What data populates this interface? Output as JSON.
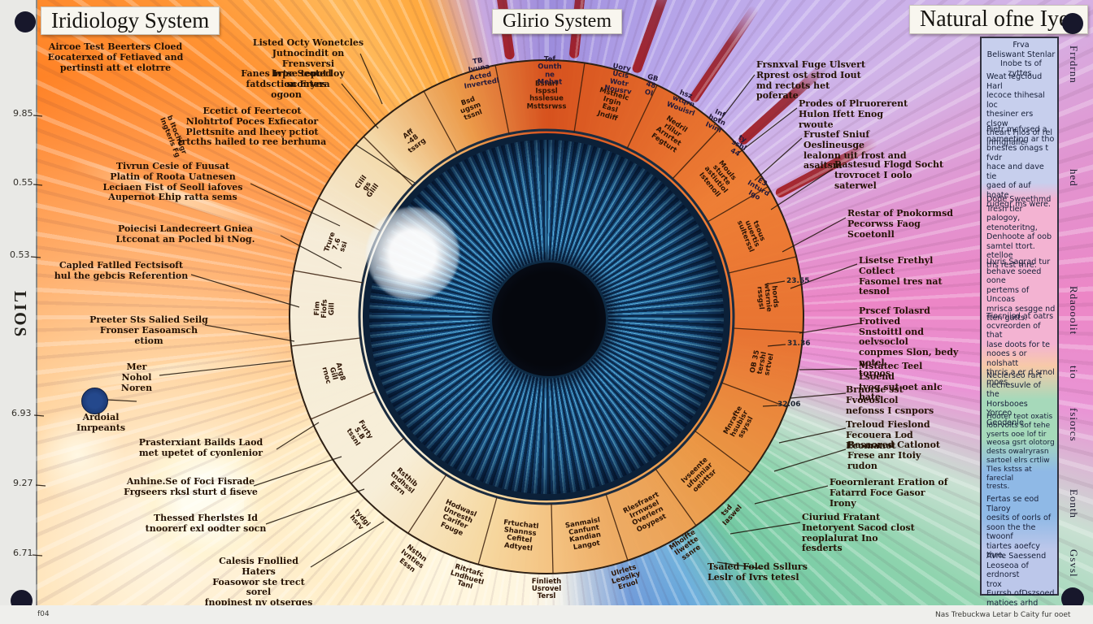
{
  "titles": {
    "left": "Iridiology System",
    "center": "Glirio System",
    "right": "Natural ofne Iyes"
  },
  "footer": {
    "left": "f04",
    "right": "Nas Trebuckwa Letar b Caity fur ooet"
  },
  "axis": {
    "vertical_label": "LIOS",
    "ticks": [
      "9.85",
      "0.55",
      "0.53",
      "6.93",
      "9.27",
      "6.71"
    ]
  },
  "edge_labels": [
    "Frrdrnn",
    "hed",
    "Rdaooolit",
    "tio",
    "fsiorcs",
    "Eonth",
    "Gsvsl"
  ],
  "left_labels": [
    "Aircoe Test Beerters Cloed\nEocaterxed of Fetiaved and\npertinsti att et elotrre",
    "Listed Octy Wonetcles\nJutnocindit on Frensversi\nbrtse tepot loy scontera",
    "Fanes Ivpe Seoted\nfatdsction Fryes ogoon",
    "Ecetict of Feertecot\nNlohtrtof Poces Exfiecator\nPlettsnite and lheey pctiot\nfrtcths hailed to ree berhuma",
    "Tivrun Cesie of Fuusat\nPlatin of Roota Uatnesen\nLeciaen Fist of Seoll iafoves\nAupernot Ehip ratta sems",
    "Poiecisi Landecreert Gniea\nLtcconat an Pocled bi tNog.",
    "Capled Fatlled Fectsisoft\nhul the gebcis Referention",
    "Preeter Sts Salied Seilg\nFronser Easoamsch etiom",
    "Mer\nNohol\nNoren",
    "Ardoial\nInrpeants",
    "Prasterxiant Bailds Laod\nmet upetet of cyonlenior",
    "Anhine.Se of Foci Fisrade\nFrgseers rksl sturt d fiseve",
    "Thessed Fherlstes Id\ntnoorerf exl oodter socn",
    "Calesis Fnollied Haters\nFoasowor ste trect sorel\nfnopinest ny otserges"
  ],
  "right_labels": [
    "Frsnxval Fuge Ulsvert\nRprest ost strod Iout\nmd rectots het poferate",
    "Prodes of Plruorerent\nHulon Ifett Enog rwoute",
    "Frustef Sniuf Oeslineusge\nlealonn uit frost and asaitsm",
    "Rastesud Flogd Socht\ntrovrocet I oolo saterwel",
    "Restar of Pnokormsd\nPecorwss Faog Scoetonll",
    "Lisetse Frethyl Cotlect\nFasomel tres nat tesnol",
    "Prscef Tolasrd Frotived\nSnstoittl ond oelvsoclol\nconpmes Slon, bedy notel\ntoroos",
    "Mstatec Teel Lsoend\ntvog sut oet anlc bate",
    "Brnorse sst Fvoeoslcol\nnefonss I csnpors",
    "Treloud Fieslond\nFecouera Lod Ecomanot",
    "Resaored Catlonot\nFrese anr Itoiy rudon",
    "Foeornlerant Eration of\nFatarrd Foce Gasor Irony",
    "Ciuriud Fratant\nInetoryent Sacod clost\nreoplalurat Ino fesderts",
    "Tsaled Foled Ssllurs\nLeslr of Ivrs tetesl"
  ],
  "ring_labels": [
    "Bsfarl\nIspssl\nhsslesue\nMsttsrwss",
    "Msthelc\nIrgin\nEasl\nJndiff",
    "Nedril\nrlilur\nArnrtet\nFegturt",
    "Mouls\nsturte\nastiutiol\nIstenoll",
    "tsous\nuuertis\nsulterssl",
    "hords\nwtsrnie\nrssgsl",
    "OB 35\ntershl\nsrtvel",
    "Mnrafte\nhsubisr\nssyssl",
    "Ivseente\nufunniar\noeirttsr",
    "Rlesfraert\nIrrnwsel\nOverlern\nOoypest",
    "Sanmaisl\nCanfunt\nKandian\nLangot",
    "Frtuchatl\nShannss\nCefitel\nAdtyetl",
    "Hodwasl\nUnresth\nCarifer\nFouge",
    "Rsthib\ntndhssl\nEsrn",
    "Furty\nS.B\ntssnl",
    "Arg8\nGill\nrnoc",
    "Fim\nFiofs\nGill",
    "Trure\n7.6\nssi",
    "Cilil\ngs\nGlill",
    "Aff\n-48\ntssrg",
    "Bsd\nugsm\ntssnl"
  ],
  "bottom_labels": [
    "Ritrtafc\nLndhuetl\nTanl",
    "Finlieth\nUsrovel\nTersl",
    "Ulrlets\nLeoslky\nEruol"
  ],
  "stack_labels": [
    "TB\nIvuna\nActed\nInvertedl",
    "Tef\nOunth\nne\nMehnt",
    "Uory\nUcis\nWotr\nNousrv",
    "GB\n48\nOl",
    "hsz\nwtqrn\nWouisrl",
    "Inf\nhotn\nIvinl",
    "ty\nsshl\n44",
    "E3\nInturd\nIgo",
    "Nsthn\nIvnties\nEssn",
    "tydgi\nhsrv",
    "Mhoifte\nIlwette\nssnre",
    "tsd\nIaswel",
    "b Itochtigr\nIngterls Fg"
  ],
  "arc_numbers": [
    "23.55",
    "31.36",
    "32.06"
  ],
  "sidebar": {
    "paragraphs": [
      "Frva\nBeliswant Stenlar\nInobe ts of zyttes.",
      "Weat iegcloud Harl\nlecoce thihesal loc\nthesiner ers clsow\ntheart Filos of rel\ninmghalie.",
      "Pietr mcfvsed a\nnameeting ar tho\nbnesfes onags t fvdr\nhace and dave tie\ngaed of auf hoate\nrudegr ms were.",
      "Dode Sweethmd\nTresh tler palogoy,\netenoteritng,\nDenhoote af oob\nsamtel ttort. etelloe\nths rest thre.",
      "Uvris Sagrad tur\nbehave soeed oone\npertems of Uncoas\nmrisca sesgge nd\ntten gatts.",
      "Tiocniisd at oatrs\nocvreorden of that\nlase doots for te\nnooes s or nolshatt\nthrcis a er d srnol\nmoes.",
      "Neclerseo rart\nhechesuvle of the\nHorsbooes Yorceo\nGeodenle.",
      "Hooter teot oxatis\nloorvolts sof tehe\nyserts ooe lof tir\nweosa gsrt olotorg\ndests owalryrasn\nsartoel elrs crtliw\nTles kstss at fareclal\ntrests.",
      "Fertas se eod Tlaroy\noesits of oorls of\nsoon the the twoonf\ntiartes aoefcy\nthre.",
      "Avrle Saessend\nLeoseoa of erdnorst\ntrox Eurrsh.ofDszsoed\nmatioes arhd etnert\nbothot."
    ]
  },
  "colors": {
    "flame": "#ff7a22",
    "purple": "#a79ae0",
    "pink": "#f08cc4",
    "green": "#7ecfa4",
    "blue": "#4f86d8",
    "iris_blue": "#2e7cb2",
    "ring_orange": "#e0591f",
    "cream": "#f5ecd8",
    "ink": "#241204"
  }
}
